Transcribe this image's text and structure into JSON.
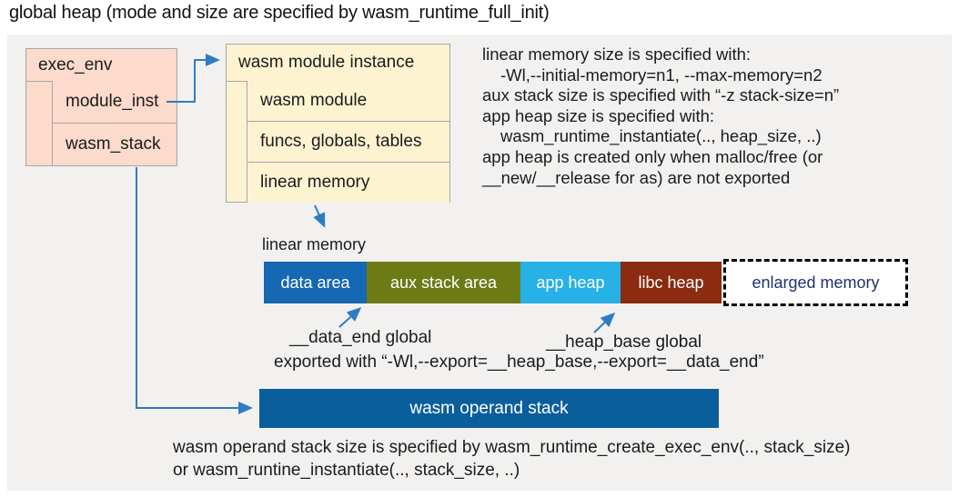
{
  "page": {
    "title": "global heap (mode and size are specified by wasm_runtime_full_init)"
  },
  "colors": {
    "panel_bg": "#f2f1f0",
    "salmon_box_fill": "#fcdacc",
    "cream_box_fill": "#fdf3d1",
    "box_border": "#a6a6a6",
    "data_area": "#1568b1",
    "aux_stack_area": "#6d7b16",
    "app_heap": "#27b1e6",
    "libc_heap": "#8b2b10",
    "enlarged_memory_text": "#1f3272",
    "operand_stack_fill": "#0b5e9c",
    "arrow": "#2e7cc4",
    "text": "#1b1b1b"
  },
  "exec_env_box": {
    "title": "exec_env",
    "rows": [
      "module_inst",
      "wasm_stack"
    ]
  },
  "module_instance_box": {
    "title": "wasm module instance",
    "rows": [
      "wasm module",
      "funcs, globals, tables",
      "linear memory"
    ]
  },
  "notes_right": {
    "lines": [
      "linear memory size is specified with:",
      "-Wl,--initial-memory=n1, --max-memory=n2",
      "aux stack size is specified with “-z stack-size=n”",
      "app heap size is specified with:",
      "wasm_runtime_instantiate(.., heap_size, ..)",
      "app heap is created only when malloc/free (or",
      "__new/__release for as) are not exported"
    ]
  },
  "linear_memory": {
    "label": "linear memory",
    "segments": [
      {
        "label": "data area",
        "color": "#1568b1"
      },
      {
        "label": "aux stack area",
        "color": "#6d7b16"
      },
      {
        "label": "app heap",
        "color": "#27b1e6"
      },
      {
        "label": "libc heap",
        "color": "#8b2b10"
      },
      {
        "label": "enlarged memory",
        "color": "#ffffff",
        "border": "dashed-black"
      }
    ]
  },
  "annotations": {
    "data_end": "__data_end global",
    "heap_base": "__heap_base global",
    "exported": "exported with “-Wl,--export=__heap_base,--export=__data_end”"
  },
  "operand_stack": {
    "label": "wasm operand stack",
    "note_line1": "wasm operand stack size is specified by wasm_runtime_create_exec_env(.., stack_size)",
    "note_line2": "or wasm_runtine_instantiate(.., stack_size, ..)"
  }
}
